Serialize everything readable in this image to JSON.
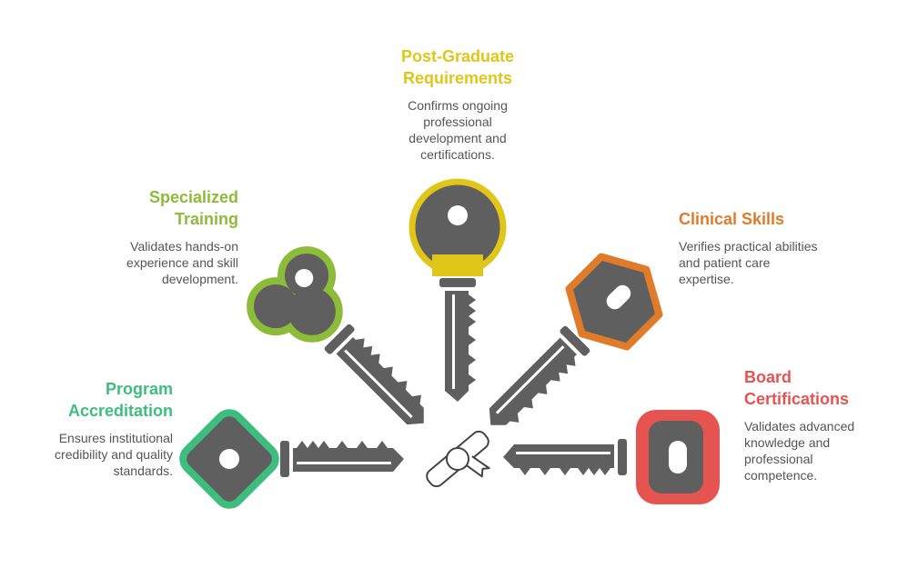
{
  "center_icon": "diploma-scroll-icon",
  "colors": {
    "key_body": "#5f5f5f",
    "program": "#3dbe7e",
    "specialized": "#8dbb3a",
    "postgrad": "#e0c619",
    "clinical": "#e07b2a",
    "board": "#e55451",
    "text": "#555555"
  },
  "items": {
    "program": {
      "title1": "Program",
      "title2": "Accreditation",
      "desc1": "Ensures institutional",
      "desc2": "credibility and quality",
      "desc3": "standards."
    },
    "specialized": {
      "title1": "Specialized",
      "title2": "Training",
      "desc1": "Validates hands-on",
      "desc2": "experience and skill",
      "desc3": "development."
    },
    "postgrad": {
      "title1": "Post-Graduate",
      "title2": "Requirements",
      "desc1": "Confirms ongoing",
      "desc2": "professional",
      "desc3": "development and",
      "desc4": "certifications."
    },
    "clinical": {
      "title1": "Clinical Skills",
      "desc1": "Verifies practical abilities",
      "desc2": "and patient care",
      "desc3": "expertise."
    },
    "board": {
      "title1": "Board",
      "title2": "Certifications",
      "desc1": "Validates advanced",
      "desc2": "knowledge and",
      "desc3": "professional",
      "desc4": "competence."
    }
  }
}
